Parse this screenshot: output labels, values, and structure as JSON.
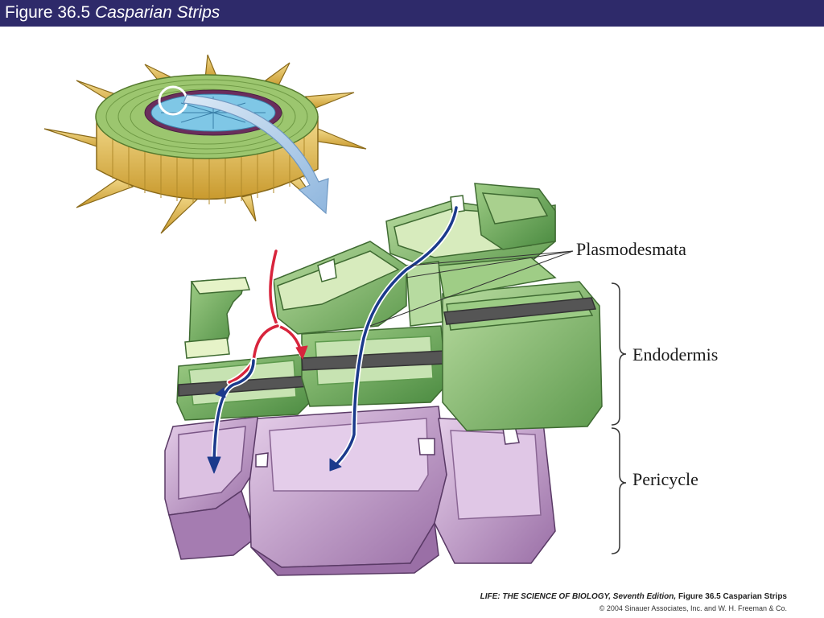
{
  "header": {
    "figure_number": "Figure 36.5",
    "figure_title": "Casparian Strips"
  },
  "labels": {
    "plasmodesmata": "Plasmodesmata",
    "endodermis": "Endodermis",
    "pericycle": "Pericycle"
  },
  "caption": {
    "book_title": "LIFE: THE SCIENCE OF BIOLOGY, Seventh Edition,",
    "figure_ref": "Figure 36.5 Casparian Strips",
    "copyright": "© 2004 Sinauer Associates, Inc. and W. H. Freeman & Co."
  },
  "colors": {
    "title_bar": "#2e2a6a",
    "root_outer": "#e8c660",
    "root_cortex": "#8fbf6a",
    "endodermis_green": "#7fb36a",
    "pericycle_purple": "#c9a6cf",
    "apoplast_arrow": "#d8243c",
    "symplast_arrow": "#1b3a8c",
    "casparian_strip": "#555555"
  }
}
